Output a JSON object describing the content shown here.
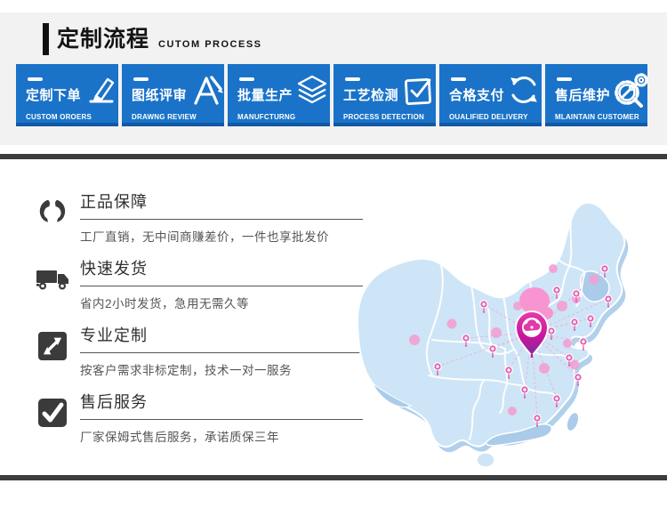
{
  "header": {
    "title_zh": "定制流程",
    "title_en": "CUTOM PROCESS"
  },
  "process": {
    "steps": [
      {
        "zh": "定制下单",
        "en": "CUSTOM OROERS",
        "icon": "pencil-icon"
      },
      {
        "zh": "图纸评审",
        "en": "DRAWNG REVIEW",
        "icon": "drafting-a-icon"
      },
      {
        "zh": "批量生产",
        "en": "MANUFCTURNG",
        "icon": "layers-icon"
      },
      {
        "zh": "工艺检测",
        "en": "PROCESS DETECTION",
        "icon": "checkbox-icon"
      },
      {
        "zh": "合格支付",
        "en": "OUALIFIED DELIVERY",
        "icon": "refresh-icon"
      },
      {
        "zh": "售后维护",
        "en": "MLAINTAIN CUSTOMER",
        "icon": "gear-magnifier-icon"
      }
    ]
  },
  "features": {
    "items": [
      {
        "title": "正品保障",
        "desc": "工厂直销，无中间商赚差价，一件也享批发价",
        "icon": "hands-icon"
      },
      {
        "title": "快速发货",
        "desc": "省内2小时发货，急用无需久等",
        "icon": "truck-icon"
      },
      {
        "title": "专业定制",
        "desc": "按客户需求非标定制，技术一对一服务",
        "icon": "expand-arrow-icon"
      },
      {
        "title": "售后服务",
        "desc": "厂家保姆式售后服务，承诺质保三年",
        "icon": "check-square-icon"
      }
    ]
  },
  "map": {
    "name": "china-distribution-map",
    "center_marker": "cloud-location-pin"
  },
  "colors": {
    "step_blue": "#1a73c8",
    "step_blue_dark": "#1159a4",
    "band_gray": "#f2f2f2",
    "divider_dark": "#3d3d3d",
    "map_base": "#cde5f7",
    "map_shadow": "#a8cbe9",
    "marker_pink": "#e35caf",
    "center_pin_magenta": "#cc1f9e",
    "route_line_pink": "#edb3dc",
    "text_dark": "#2f2f2f"
  }
}
